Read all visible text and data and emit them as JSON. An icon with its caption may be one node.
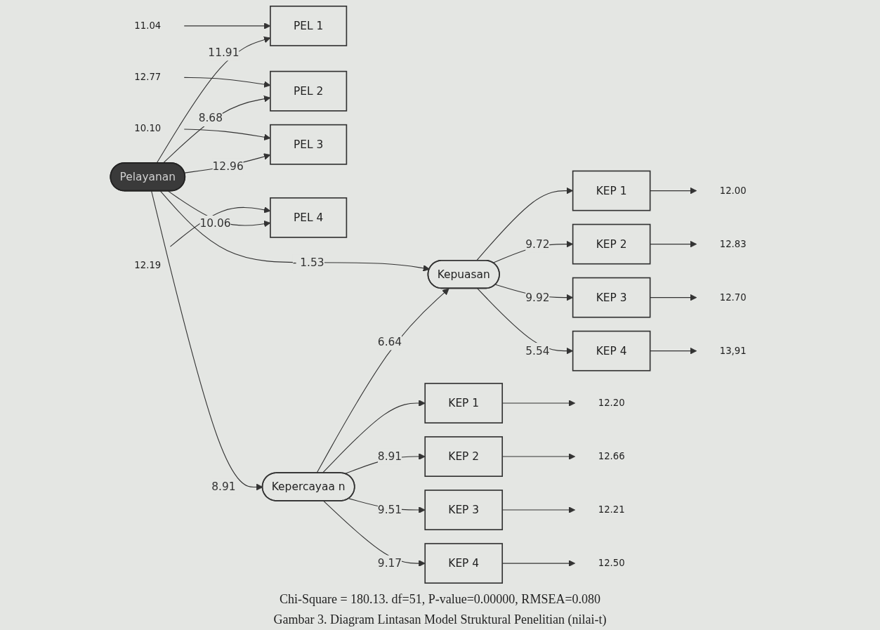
{
  "diagram": {
    "caption": "Gambar 3. Diagram Lintasan Model Struktural Penelitian (nilai-t)",
    "nodes": [
      {
        "text": [
          "PEL 1"
        ]
      },
      {
        "text": [
          "PEL 2"
        ]
      },
      {
        "text": [
          "PEL 3"
        ]
      },
      {
        "text": [
          "PEL 4"
        ]
      },
      {
        "text": [
          "Pelayanan"
        ]
      },
      {
        "text": [
          "Kepercayaa n"
        ]
      },
      {
        "text": [
          "Kepuasan"
        ]
      },
      {
        "text": [
          "KEP 1"
        ]
      },
      {
        "text": [
          "KEP 2"
        ]
      },
      {
        "text": [
          "KEP 3"
        ]
      },
      {
        "text": [
          "KEP 4"
        ]
      },
      {
        "text": [
          "KEP 1"
        ]
      },
      {
        "text": [
          "KEP 2"
        ]
      },
      {
        "text": [
          "KEP 3"
        ]
      },
      {
        "text": [
          "KEP 4"
        ]
      },
      {
        "text": [
          "11.04"
        ]
      },
      {
        "text": [
          "12.77"
        ]
      },
      {
        "text": [
          "10.10"
        ]
      },
      {
        "text": [
          "12.19"
        ]
      },
      {
        "text": [
          "12.20"
        ]
      },
      {
        "text": [
          "12.66"
        ]
      },
      {
        "text": [
          "12.21"
        ]
      },
      {
        "text": [
          "12.50"
        ]
      },
      {
        "text": [
          "12.00"
        ]
      },
      {
        "text": [
          "12.83"
        ]
      },
      {
        "text": [
          "12.70"
        ]
      },
      {
        "text": [
          "13,91"
        ]
      }
    ],
    "edges": [
      {
        "from": 15,
        "to": 0,
        "arrow": "to"
      },
      {
        "from": 16,
        "to": 1,
        "arrow": "to"
      },
      {
        "from": 17,
        "to": 2,
        "arrow": "to"
      },
      {
        "from": 18,
        "to": 3,
        "arrow": "to"
      },
      {
        "from": 4,
        "to": 0,
        "arrow": "to",
        "label": "11.91"
      },
      {
        "from": 4,
        "to": 1,
        "arrow": "to",
        "label": "8.68"
      },
      {
        "from": 4,
        "to": 2,
        "arrow": "to",
        "label": "12.96"
      },
      {
        "from": 4,
        "to": 3,
        "arrow": "to",
        "label": "10.06"
      },
      {
        "from": 4,
        "to": 5,
        "arrow": "to",
        "label": "8.91"
      },
      {
        "from": 4,
        "to": 6,
        "arrow": "to",
        "label": "- 1.53"
      },
      {
        "from": 5,
        "to": 6,
        "arrow": "to",
        "label": "6.64"
      },
      {
        "from": 5,
        "to": 7,
        "arrow": "to"
      },
      {
        "from": 5,
        "to": 8,
        "arrow": "to",
        "label": "8.91"
      },
      {
        "from": 5,
        "to": 9,
        "arrow": "to",
        "label": "9.51"
      },
      {
        "from": 5,
        "to": 10,
        "arrow": "to",
        "label": "9.17"
      },
      {
        "from": 6,
        "to": 11,
        "arrow": "to"
      },
      {
        "from": 6,
        "to": 12,
        "arrow": "to",
        "label": "9.72"
      },
      {
        "from": 6,
        "to": 13,
        "arrow": "to",
        "label": "9.92"
      },
      {
        "from": 6,
        "to": 14,
        "arrow": "to",
        "label": "5.54"
      },
      {
        "from": 7,
        "to": 19,
        "arrow": "to"
      },
      {
        "from": 8,
        "to": 20,
        "arrow": "to"
      },
      {
        "from": 9,
        "to": 21,
        "arrow": "to"
      },
      {
        "from": 10,
        "to": 22,
        "arrow": "to"
      },
      {
        "from": 11,
        "to": 23,
        "arrow": "to"
      },
      {
        "from": 12,
        "to": 24,
        "arrow": "to"
      },
      {
        "from": 13,
        "to": 25,
        "arrow": "to"
      },
      {
        "from": 14,
        "to": 26,
        "arrow": "to"
      }
    ],
    "labels": [
      "Chi-Square = 180.13. df=51, P-value=0.00000, RMSEA=0.080"
    ]
  }
}
